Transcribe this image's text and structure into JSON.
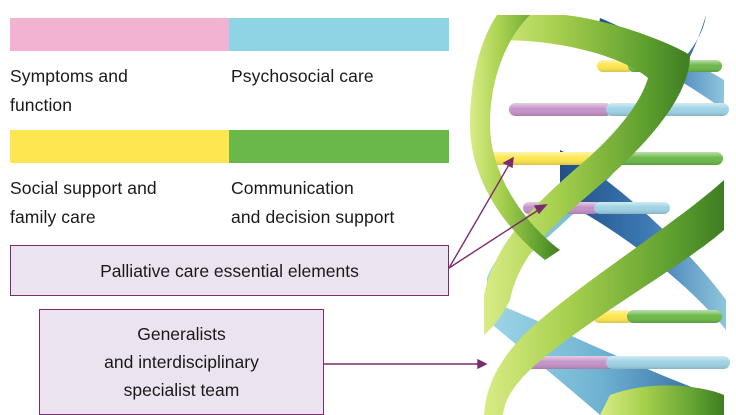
{
  "colors": {
    "pink": "#f2b3d3",
    "blue": "#8fd4e4",
    "yellow": "#fde64f",
    "green": "#6bb84a",
    "callout_border": "#7b2b6e",
    "callout_fill": "#ebe3ef"
  },
  "legend": {
    "symptoms": "Symptoms and\nfunction",
    "psychosocial": "Psychosocial care",
    "social": "Social support and\nfamily care",
    "communication": "Communication\nand decision support"
  },
  "callouts": {
    "essential": "Palliative care essential elements",
    "team": "Generalists\nand interdisciplinary\nspecialist team"
  }
}
